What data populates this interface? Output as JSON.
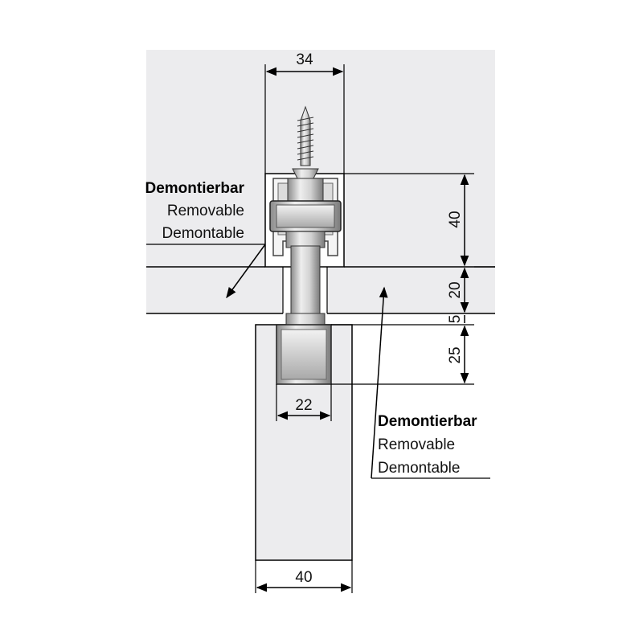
{
  "dimensions": {
    "top_width": "34",
    "housing_height": "40",
    "ceiling_gap": "20",
    "clearance": "5",
    "roller_height": "25",
    "roller_width": "22",
    "panel_width": "40"
  },
  "callout_left": {
    "de": "Demontierbar",
    "en": "Removable",
    "fr": "Demontable"
  },
  "callout_right": {
    "de": "Demontierbar",
    "en": "Removable",
    "fr": "Demontable"
  },
  "colors": {
    "background": "#ffffff",
    "ceiling_fill": "#ececee",
    "line": "#000000",
    "metal_light": "#e4e4e4",
    "metal_mid": "#bdbdbd",
    "metal_dark": "#6e6e6e"
  }
}
